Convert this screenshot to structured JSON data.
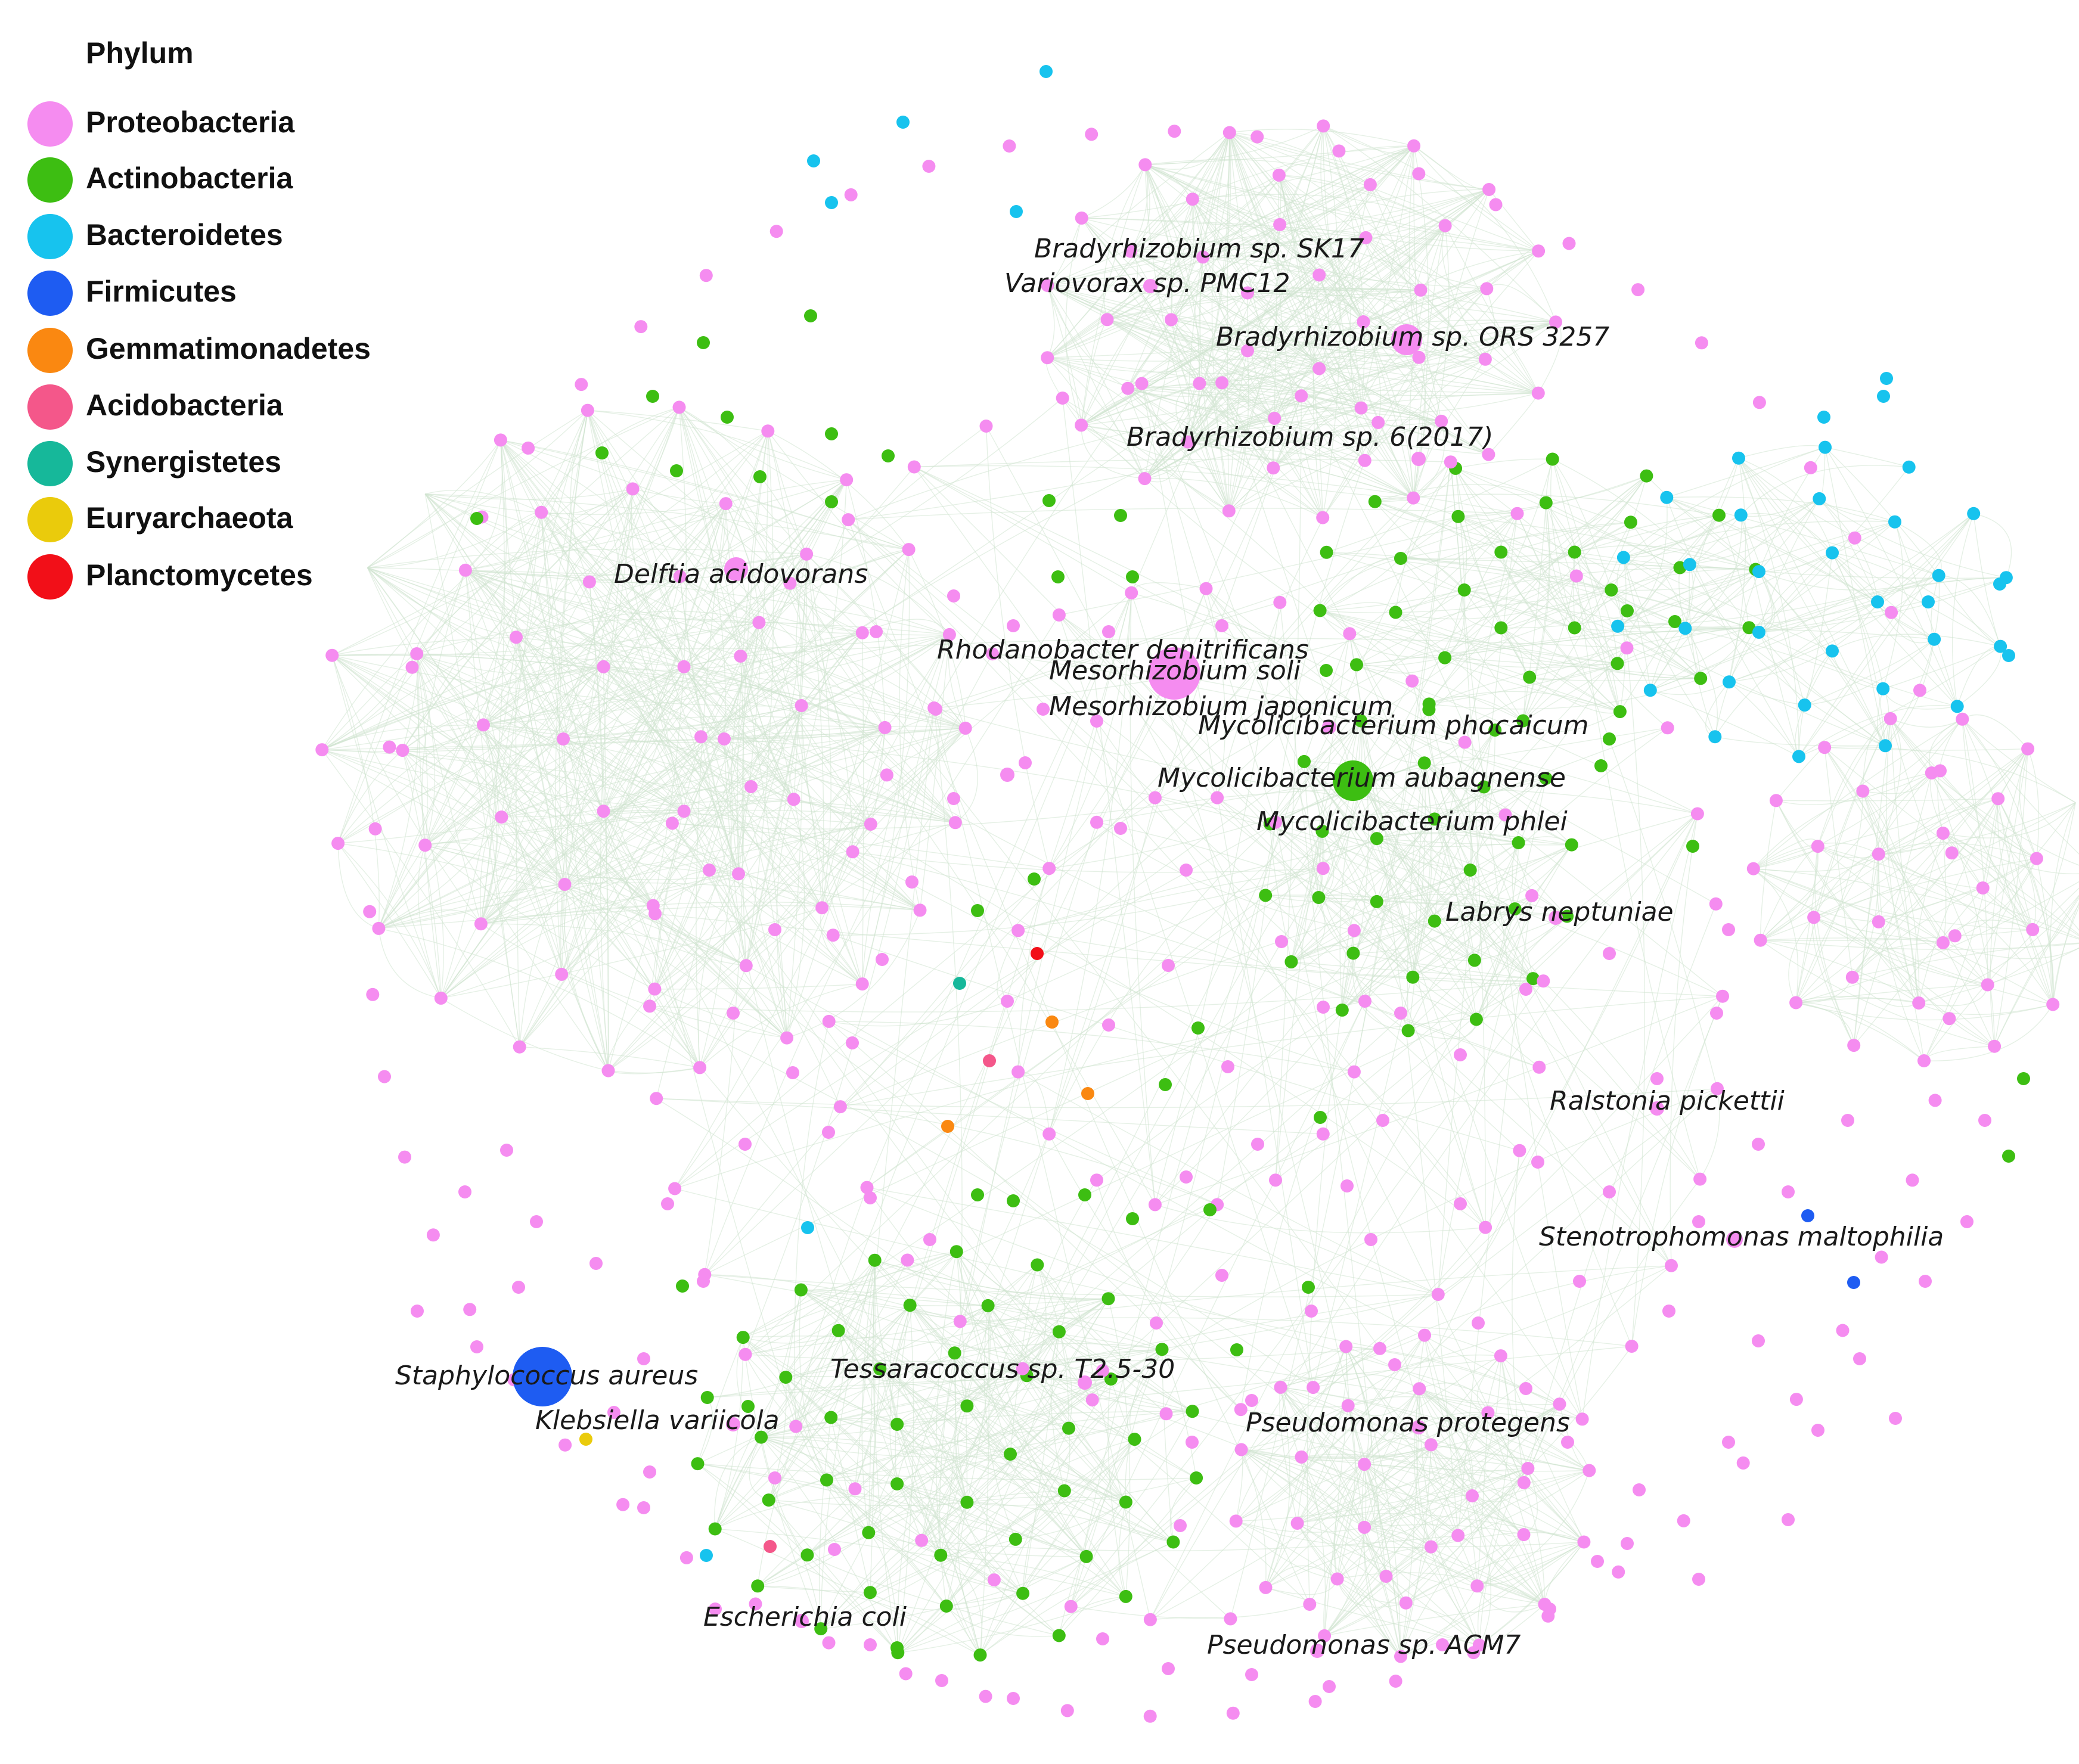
{
  "legend": {
    "title": "Phylum",
    "items": [
      {
        "label": "Proteobacteria",
        "color": "#F58CF0"
      },
      {
        "label": "Actinobacteria",
        "color": "#3DBE12"
      },
      {
        "label": "Bacteroidetes",
        "color": "#17C3EE"
      },
      {
        "label": "Firmicutes",
        "color": "#1E5CF2"
      },
      {
        "label": "Gemmatimonadetes",
        "color": "#FA8811"
      },
      {
        "label": "Acidobacteria",
        "color": "#F4578A"
      },
      {
        "label": "Synergistetes",
        "color": "#16B89A"
      },
      {
        "label": "Euryarchaeota",
        "color": "#EACB0C"
      },
      {
        "label": "Planctomycetes",
        "color": "#F20F18"
      }
    ]
  },
  "edge_color": "#cfe3cf",
  "labels": [
    "Bradyrhizobium sp. SK17",
    "Variovorax sp. PMC12",
    "Bradyrhizobium sp. ORS 3257",
    "Bradyrhizobium sp. 6(2017)",
    "Delftia acidovorans",
    "Rhodanobacter denitrificans",
    "Mesorhizobium soli",
    "Mesorhizobium japonicum",
    "Mycolicibacterium phocaicum",
    "Mycolicibacterium aubagnense",
    "Mycolicibacterium phlei",
    "Labrys neptuniae",
    "Ralstonia pickettii",
    "Stenotrophomonas maltophilia",
    "Staphylococcus aureus",
    "Klebsiella variicola",
    "Tessaracoccus sp. T2.5-30",
    "Pseudomonas protegens",
    "Escherichia coli",
    "Pseudomonas sp. ACM7"
  ]
}
